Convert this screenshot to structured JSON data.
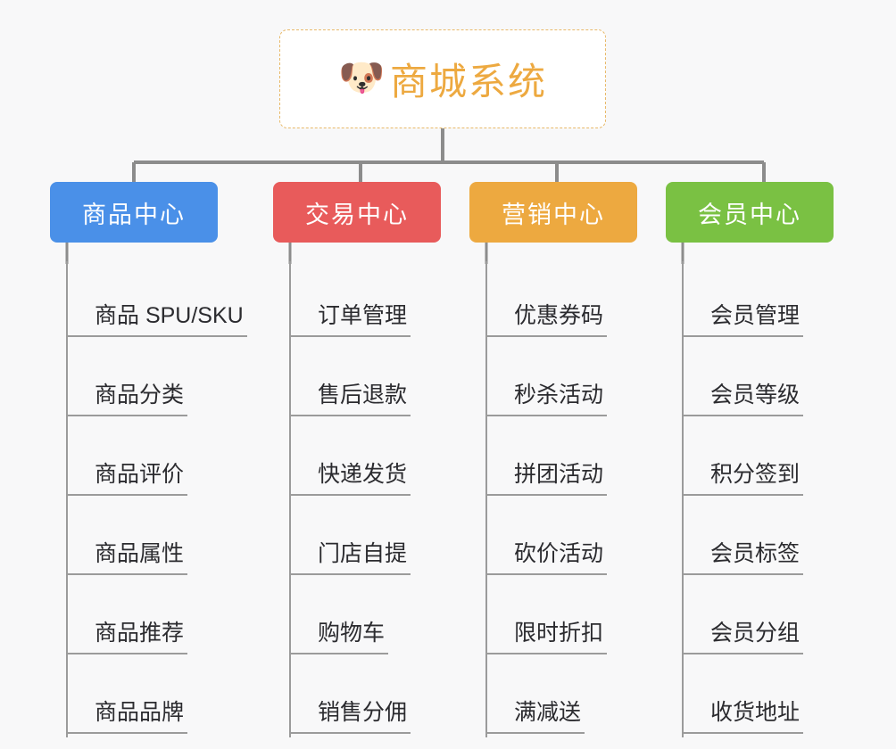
{
  "page": {
    "background_color": "#f8f8f9",
    "type": "mind-map",
    "connector_color": "#8c8c8c"
  },
  "root": {
    "icon": "🐶",
    "icon_name": "shiba-dog-face-icon",
    "title": "商城系统",
    "text_color": "#eda940",
    "border_color": "#e8b96a",
    "background_color": "#ffffff"
  },
  "branches": [
    {
      "label": "商品中心",
      "color": "#4a90e8",
      "items": [
        "商品 SPU/SKU",
        "商品分类",
        "商品评价",
        "商品属性",
        "商品推荐",
        "商品品牌"
      ]
    },
    {
      "label": "交易中心",
      "color": "#e85b5b",
      "items": [
        "订单管理",
        "售后退款",
        "快递发货",
        "门店自提",
        "购物车",
        "销售分佣"
      ]
    },
    {
      "label": "营销中心",
      "color": "#eda940",
      "items": [
        "优惠券码",
        "秒杀活动",
        "拼团活动",
        "砍价活动",
        "限时折扣",
        "满减送"
      ]
    },
    {
      "label": "会员中心",
      "color": "#7ac143",
      "items": [
        "会员管理",
        "会员等级",
        "积分签到",
        "会员标签",
        "会员分组",
        "收货地址"
      ]
    }
  ]
}
